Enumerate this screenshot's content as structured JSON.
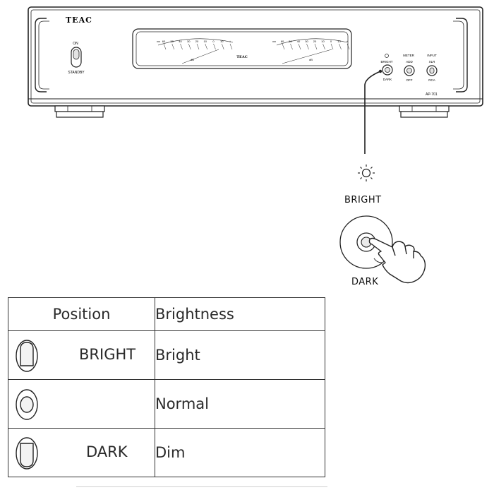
{
  "device": {
    "brand": "TEAC",
    "model": "AP-701",
    "power_on_label": "ON",
    "power_standby_label": "STANDBY",
    "meter_brand": "TEAC",
    "meter_unit": "dB",
    "dimmer_top_label": "BRIGHT",
    "dimmer_bottom_label": "DARK",
    "meter_knob_label": "METER",
    "meter_top_label": "ADD",
    "meter_bottom_label": "OFF",
    "input_knob_label": "INPUT",
    "input_top_label": "XLR",
    "input_bottom_label": "RCA",
    "meter_scale": [
      "60",
      "50",
      "40",
      "30",
      "20",
      "10",
      "0",
      "10",
      "+"
    ]
  },
  "callout": {
    "sun_icon": "sun-icon",
    "bright_label": "BRIGHT",
    "dark_label": "DARK",
    "hand_icon": "pointing-hand-icon"
  },
  "table": {
    "headers": {
      "position": "Position",
      "brightness": "Brightness"
    },
    "rows": [
      {
        "switch_state": "up",
        "position": "BRIGHT",
        "brightness": "Bright"
      },
      {
        "switch_state": "center",
        "position": "",
        "brightness": "Normal"
      },
      {
        "switch_state": "down",
        "position": "DARK",
        "brightness": "Dim"
      }
    ]
  },
  "colors": {
    "line": "#222222",
    "fill_light": "#f2f2f2",
    "fill_dark": "#e3e3e3"
  }
}
